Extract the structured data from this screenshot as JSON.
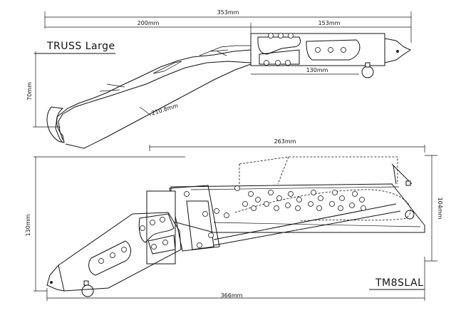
{
  "diagram": {
    "top_view": {
      "title": "TRUSS Large",
      "dim_overall": "353mm",
      "dim_blade": "200mm",
      "dim_handle": "153mm",
      "dim_handle_inner": "130mm",
      "dim_height": "70mm",
      "dim_diagonal": "210.8mm"
    },
    "bottom_view": {
      "title": "TM8SLAL",
      "dim_top": "263mm",
      "dim_overall": "366mm",
      "dim_left_height": "130mm",
      "dim_right_height": "104mm"
    }
  }
}
